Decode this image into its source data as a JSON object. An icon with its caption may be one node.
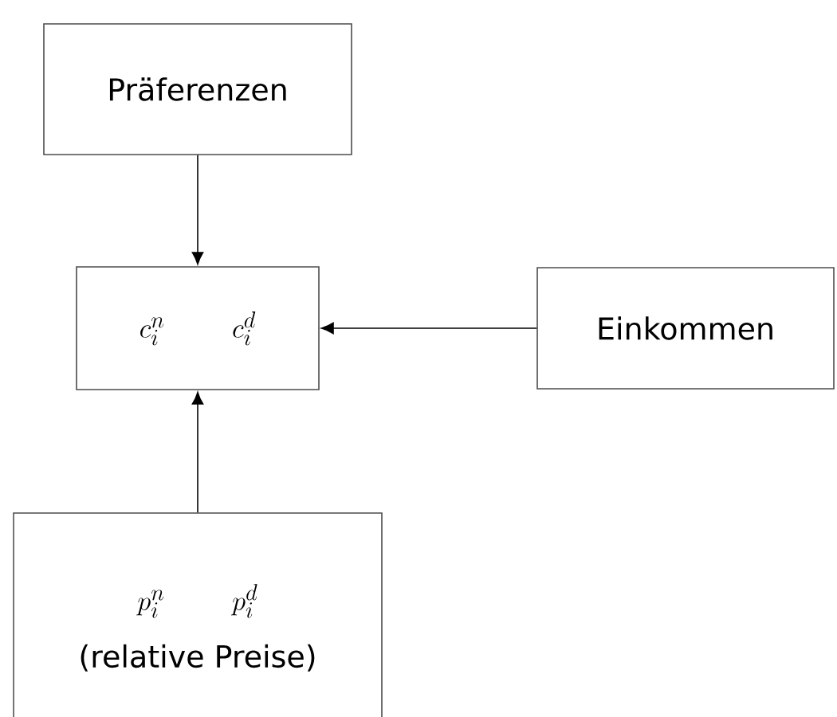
{
  "diagram": {
    "nodes": [
      {
        "text": [
          "Präferenzen"
        ]
      },
      {
        "text": [
          "c_i^n",
          "c_i^d"
        ]
      },
      {
        "text": [
          "Einkommen"
        ]
      },
      {
        "text": [
          "p_i^n",
          "p_i^d",
          "(relative Preise)"
        ]
      }
    ],
    "edges": [
      {
        "from": 0,
        "to": 1,
        "arrow": "to"
      },
      {
        "from": 2,
        "to": 1,
        "arrow": "to"
      },
      {
        "from": 3,
        "to": 1,
        "arrow": "to"
      }
    ]
  }
}
